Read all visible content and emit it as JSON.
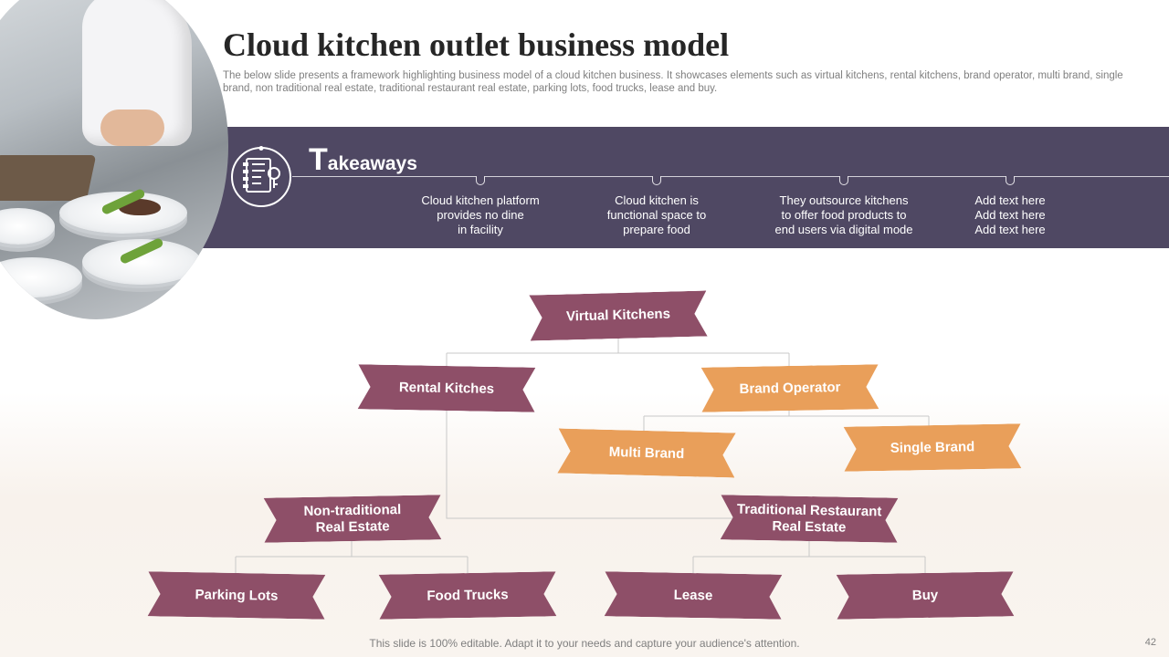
{
  "slide": {
    "title": "Cloud kitchen outlet business model",
    "subtitle": "The below slide presents a framework highlighting business model of a cloud kitchen business. It showcases elements such as virtual kitchens, rental kitchens, brand operator, multi brand, single brand, non traditional real estate, traditional restaurant real estate, parking lots, food trucks, lease and buy.",
    "footer": "This slide is 100% editable. Adapt it to your needs and capture your audience's attention.",
    "page_number": "42"
  },
  "takeaways": {
    "title_initial": "T",
    "title_rest": "akeaways",
    "items": [
      {
        "text": "Cloud kitchen platform\nprovides  no dine\nin facility"
      },
      {
        "text": "Cloud kitchen is\nfunctional space to\nprepare food"
      },
      {
        "text": "They outsource kitchens\nto offer food products to\nend users via digital mode"
      },
      {
        "text": "Add text here\nAdd text here\nAdd text here"
      }
    ]
  },
  "hierarchy": {
    "virtual_kitchens": "Virtual Kitchens",
    "rental_kitchens": "Rental Kitches",
    "brand_operator": "Brand Operator",
    "multi_brand": "Multi Brand",
    "single_brand": "Single Brand",
    "non_traditional": "Non-traditional\nReal Estate",
    "traditional": "Traditional Restaurant\nReal Estate",
    "parking_lots": "Parking Lots",
    "food_trucks": "Food Trucks",
    "lease": "Lease",
    "buy": "Buy"
  },
  "colors": {
    "band": "#4f4863",
    "plum": "#8e4f68",
    "orange": "#e99f5a",
    "connector": "#c8c8c8"
  },
  "icons": {
    "takeaways": "checklist-icon",
    "photo": "chef-plating-food-photo"
  }
}
